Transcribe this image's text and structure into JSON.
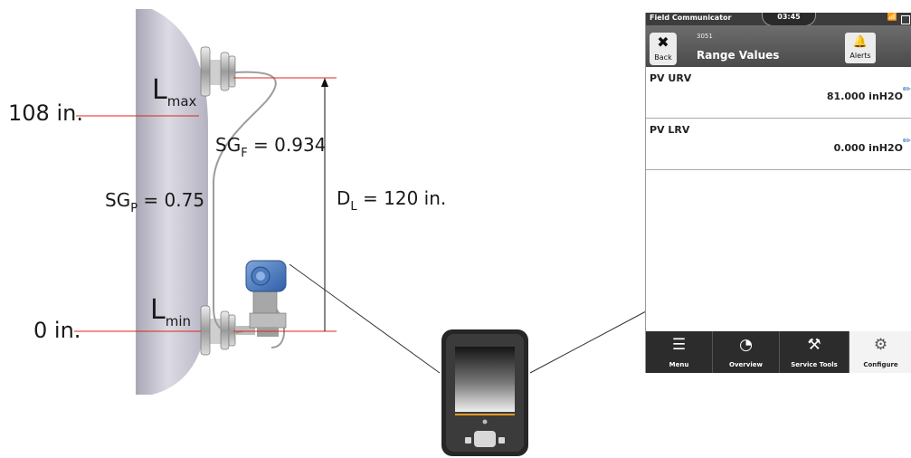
{
  "diagram": {
    "level_labels": {
      "top": "108 in.",
      "bottom": "0 in."
    },
    "lmax": {
      "main": "L",
      "sub": "max"
    },
    "lmin": {
      "main": "L",
      "sub": "min"
    },
    "sg_p": {
      "main": "SG",
      "sub": "P",
      "rest": " = 0.75"
    },
    "sg_f": {
      "main": "SG",
      "sub": "F",
      "rest": " = 0.934"
    },
    "dl": {
      "main": "D",
      "sub": "L",
      "rest": " = 120 in."
    },
    "colors": {
      "vessel": "#c9c7d3",
      "reference_line": "#e0241b"
    }
  },
  "communicator": {
    "status": {
      "app_name": "Field Communicator",
      "time": "03:45"
    },
    "header": {
      "back_label": "Back",
      "device": "3051",
      "title": "Range Values",
      "alerts_label": "Alerts"
    },
    "rows": [
      {
        "label": "PV URV",
        "value": "81.000 inH2O"
      },
      {
        "label": "PV LRV",
        "value": "0.000 inH2O"
      }
    ],
    "nav": [
      {
        "label": "Menu",
        "icon": "list-icon"
      },
      {
        "label": "Overview",
        "icon": "gauge-icon"
      },
      {
        "label": "Service Tools",
        "icon": "tools-icon"
      },
      {
        "label": "Configure",
        "icon": "gears-icon"
      }
    ]
  }
}
